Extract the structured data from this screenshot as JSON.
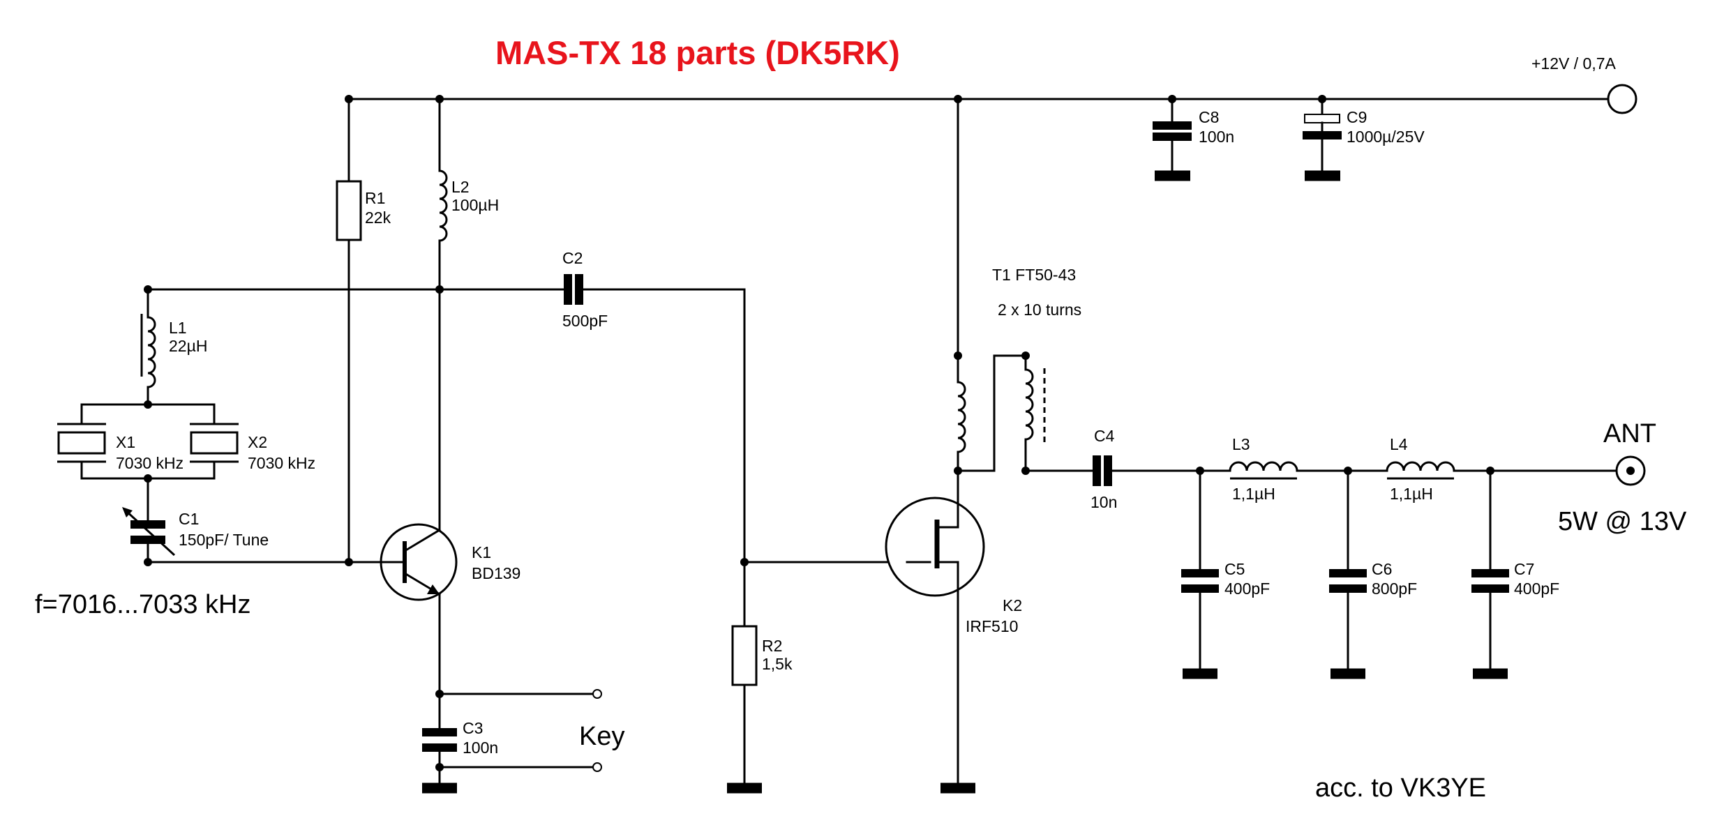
{
  "title": "MAS-TX 18 parts (DK5RK)",
  "accent_color": "#e8141c",
  "supply": "+12V / 0,7A",
  "antenna": "ANT",
  "output": "5W @ 13V",
  "frequency": "f=7016...7033 kHz",
  "key": "Key",
  "credit": "acc. to VK3YE",
  "transformer": {
    "name": "T1 FT50-43",
    "turns": "2 x 10 turns"
  },
  "components": {
    "R1": {
      "ref": "R1",
      "value": "22k"
    },
    "R2": {
      "ref": "R2",
      "value": "1,5k"
    },
    "L1": {
      "ref": "L1",
      "value": "22µH"
    },
    "L2": {
      "ref": "L2",
      "value": "100µH"
    },
    "L3": {
      "ref": "L3",
      "value": "1,1µH"
    },
    "L4": {
      "ref": "L4",
      "value": "1,1µH"
    },
    "C1": {
      "ref": "C1",
      "value": "150pF/ Tune"
    },
    "C2": {
      "ref": "C2",
      "value": "500pF"
    },
    "C3": {
      "ref": "C3",
      "value": "100n"
    },
    "C4": {
      "ref": "C4",
      "value": "10n"
    },
    "C5": {
      "ref": "C5",
      "value": "400pF"
    },
    "C6": {
      "ref": "C6",
      "value": "800pF"
    },
    "C7": {
      "ref": "C7",
      "value": "400pF"
    },
    "C8": {
      "ref": "C8",
      "value": "100n"
    },
    "C9": {
      "ref": "C9",
      "value": "1000µ/25V"
    },
    "X1": {
      "ref": "X1",
      "value": "7030 kHz"
    },
    "X2": {
      "ref": "X2",
      "value": "7030 kHz"
    },
    "K1": {
      "ref": "K1",
      "value": "BD139"
    },
    "K2": {
      "ref": "K2",
      "value": "IRF510"
    }
  }
}
